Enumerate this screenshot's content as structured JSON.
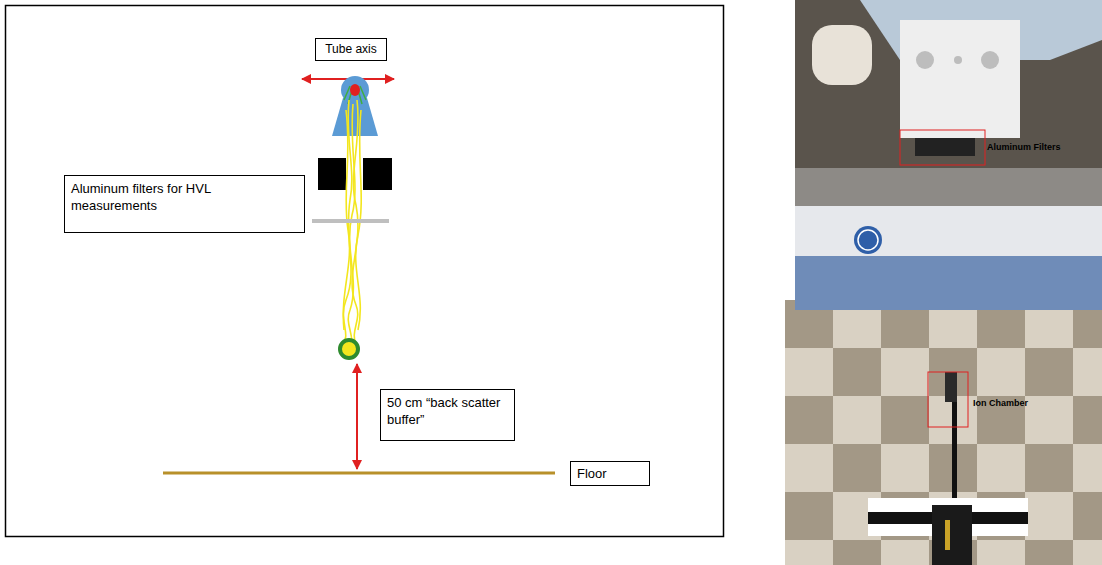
{
  "diagram": {
    "nodes": [
      {
        "text": [
          "Tube axis"
        ]
      },
      {
        "text": [
          "Aluminum filters for HVL measurements"
        ]
      },
      {
        "text": [
          "50 cm “back scatter buffer”"
        ]
      },
      {
        "text": [
          "Floor"
        ]
      }
    ],
    "labels": [
      "Aluminum Filters",
      "Ion Chamber"
    ]
  }
}
